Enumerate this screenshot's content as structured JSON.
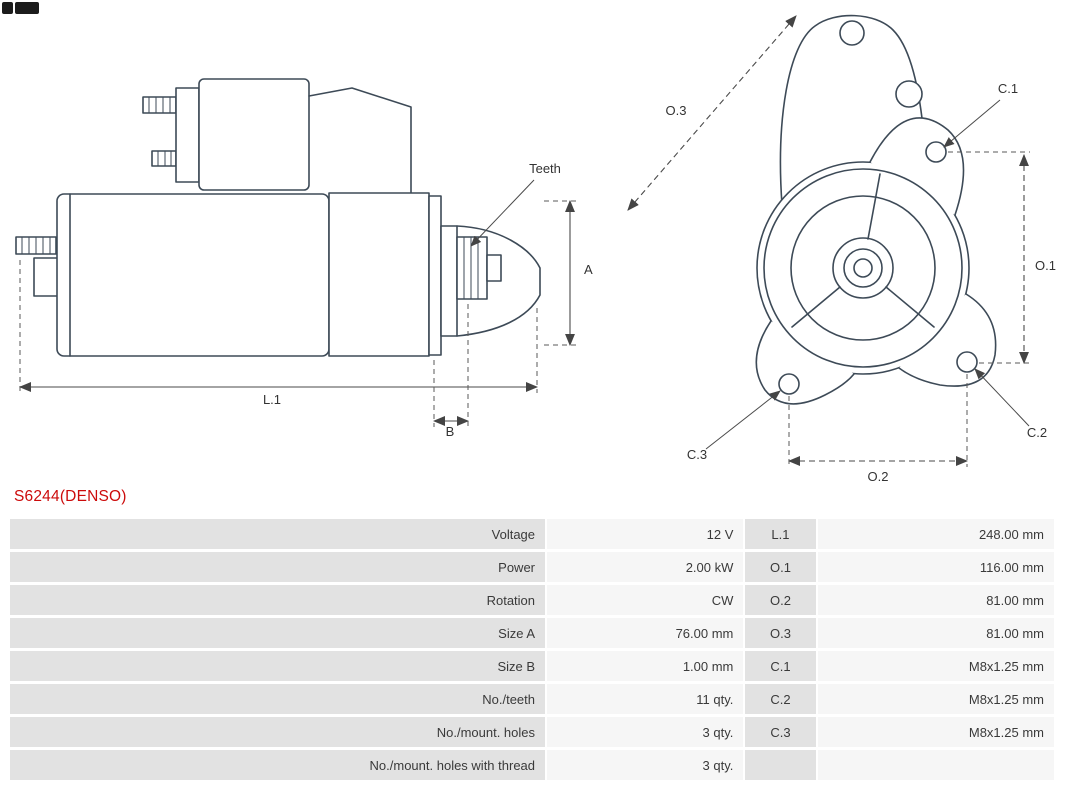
{
  "accent_red": "#cc0b0b",
  "line_color": "#3d4a57",
  "title": "S6244(DENSO)",
  "diagram": {
    "labels": {
      "teeth": "Teeth",
      "a": "A",
      "b": "B",
      "l1": "L.1",
      "o1": "O.1",
      "o2": "O.2",
      "o3": "O.3",
      "c1": "C.1",
      "c2": "C.2",
      "c3": "C.3"
    }
  },
  "table": {
    "rows": [
      {
        "label": "Voltage",
        "value": "12 V",
        "dim": "L.1",
        "dim_value": "248.00 mm"
      },
      {
        "label": "Power",
        "value": "2.00 kW",
        "dim": "O.1",
        "dim_value": "116.00 mm"
      },
      {
        "label": "Rotation",
        "value": "CW",
        "dim": "O.2",
        "dim_value": "81.00 mm"
      },
      {
        "label": "Size A",
        "value": "76.00 mm",
        "dim": "O.3",
        "dim_value": "81.00 mm"
      },
      {
        "label": "Size B",
        "value": "1.00 mm",
        "dim": "C.1",
        "dim_value": "M8x1.25 mm"
      },
      {
        "label": "No./teeth",
        "value": "11 qty.",
        "dim": "C.2",
        "dim_value": "M8x1.25 mm"
      },
      {
        "label": "No./mount. holes",
        "value": "3 qty.",
        "dim": "C.3",
        "dim_value": "M8x1.25 mm"
      },
      {
        "label": "No./mount. holes with thread",
        "value": "3 qty.",
        "dim": "",
        "dim_value": ""
      }
    ]
  }
}
